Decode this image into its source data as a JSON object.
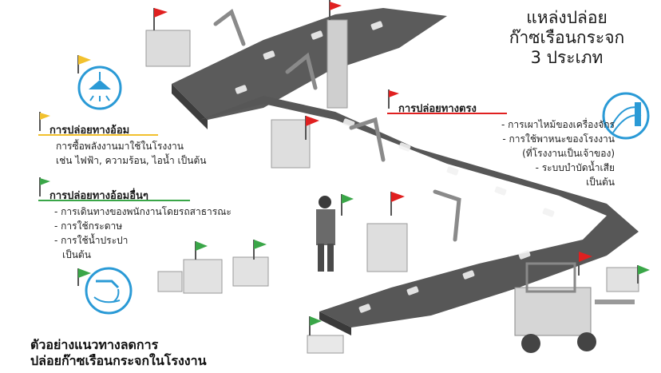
{
  "title": {
    "line1": "แหล่งปล่อย",
    "line2": "ก๊าซเรือนกระจก",
    "line3": "3 ประเภท"
  },
  "indirect": {
    "heading": "การปล่อยทางอ้อม",
    "line1": "การซื้อพลังงานมาใช้ในโรงงาน",
    "line2": "เช่น ไฟฟ้า, ความร้อน, ไอน้ำ เป็นต้น",
    "color": "#f2c12e"
  },
  "other_indirect": {
    "heading": "การปล่อยทางอ้อมอื่นๆ",
    "items": [
      "- การเดินทางของพนักงานโดยรถสาธารณะ",
      "- การใช้กระดาษ",
      "- การใช้น้ำประปา"
    ],
    "tail": "เป็นต้น",
    "color": "#3aa648"
  },
  "direct": {
    "heading": "การปล่อยทางตรง",
    "items": [
      "- การเผาไหม้ของเครื่องจักร",
      "- การใช้พาหนะของโรงงาน",
      "(ที่โรงงานเป็นเจ้าของ)",
      "- ระบบบำบัดน้ำเสีย"
    ],
    "tail": "เป็นต้น",
    "color": "#e02020"
  },
  "bottom": {
    "line1": "ตัวอย่างแนวทางลดการ",
    "line2": "ปล่อยก๊าซเรือนกระจกในโรงงาน"
  },
  "icons": {
    "lamp": "lamp-icon",
    "water": "water-faucet-icon",
    "exhaust": "exhaust-icon"
  },
  "colors": {
    "conveyor": "#5a5a5a",
    "icon_blue": "#2a9ad6",
    "machine": "#d9d9d9"
  }
}
